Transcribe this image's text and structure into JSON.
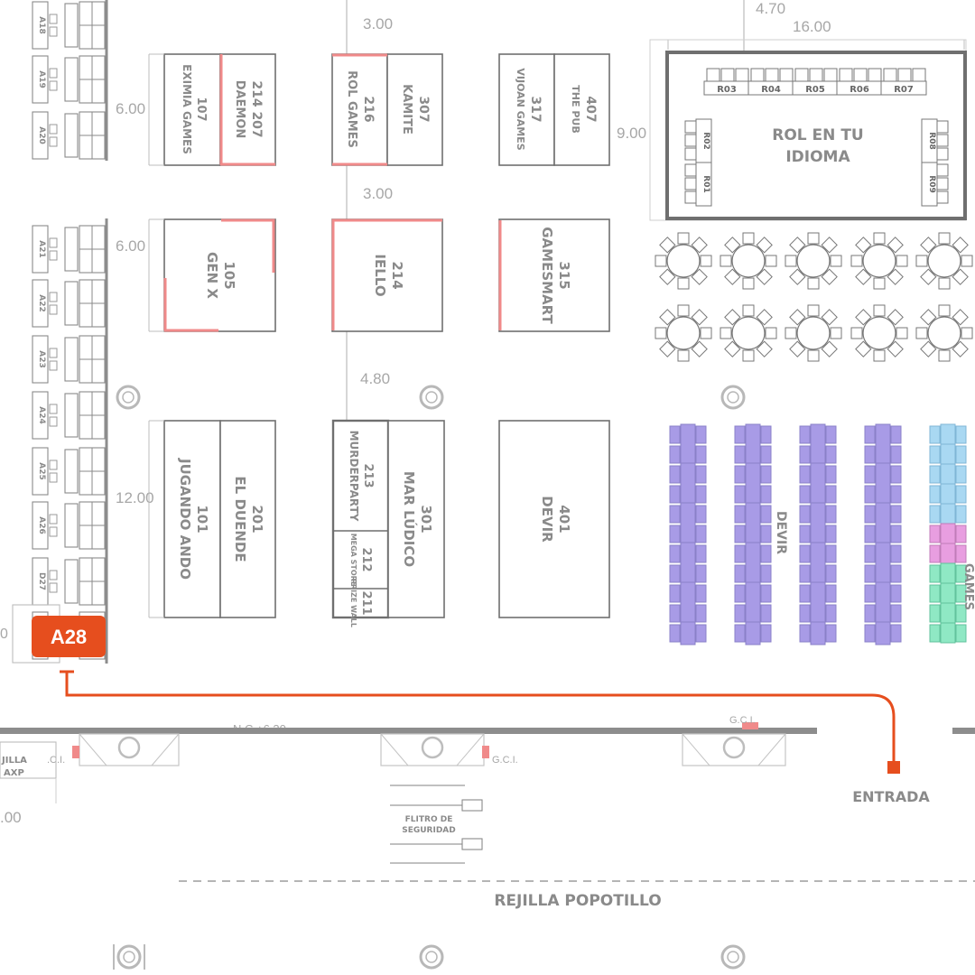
{
  "dimensions": [
    "6.00",
    "6.00",
    "12.00",
    "3.00",
    "3.00",
    "4.80",
    "4.70",
    "16.00",
    "9.00",
    "N.C.+6.30",
    ".00"
  ],
  "left_column": [
    "A18",
    "A19",
    "A20",
    "A21",
    "A22",
    "A23",
    "A24",
    "A25",
    "A26",
    "D27"
  ],
  "highlight": {
    "label": "A28",
    "color": "#e64e1e"
  },
  "stands": {
    "s107": {
      "num": "107",
      "name": "EXIMIA GAMES"
    },
    "s214_207": {
      "num": "214  207",
      "name": "DAEMON"
    },
    "s216": {
      "num": "216",
      "name": "ROL GAMES"
    },
    "s307": {
      "num": "307",
      "name": "KAMITE"
    },
    "s317": {
      "num": "317",
      "name": "VIJOAN GAMES"
    },
    "s407": {
      "num": "407",
      "name": "THE PUB"
    },
    "s105": {
      "num": "105",
      "name": "GEN X"
    },
    "s214": {
      "num": "214",
      "name": "IELLO"
    },
    "s315": {
      "num": "315",
      "name": "GAMESMART"
    },
    "s101": {
      "num": "101",
      "name": "JUGANDO ANDO"
    },
    "s201": {
      "num": "201",
      "name": "EL DUENDE"
    },
    "s213": {
      "num": "213",
      "name": "MURDERPARTY"
    },
    "s212": {
      "num": "212",
      "name": "MEGA STORE"
    },
    "s211": {
      "num": "211",
      "name": "PRIZE WALL"
    },
    "s301": {
      "num": "301",
      "name": "MAR LÚDICO"
    },
    "s401": {
      "num": "401",
      "name": "DEVIR"
    }
  },
  "rol_area": {
    "title_1": "ROL EN TU",
    "title_2": "IDIOMA",
    "top_tables": [
      "R03",
      "R04",
      "R05",
      "R06",
      "R07"
    ],
    "left_tables": [
      "R02",
      "R01"
    ],
    "right_tables": [
      "R08",
      "R09"
    ]
  },
  "play_area": {
    "label": "DEVIR",
    "right_label": "GAMES"
  },
  "bottom": {
    "entrance": "ENTRADA",
    "grille": "REJILLA POPOTILLO",
    "security": [
      "FLITRO DE",
      "SEGURIDAD"
    ],
    "gci": [
      "G.C.I.",
      "G.C.I.",
      ".C.I."
    ],
    "left_box": [
      "JILLA",
      "AXP"
    ]
  },
  "colors": {
    "accent": "#e64e1e",
    "stand_edge": "#f08a8a",
    "purple": "#a89be6",
    "blue": "#a9d8f2",
    "pink": "#e89ee0",
    "green": "#8fe8c4"
  }
}
